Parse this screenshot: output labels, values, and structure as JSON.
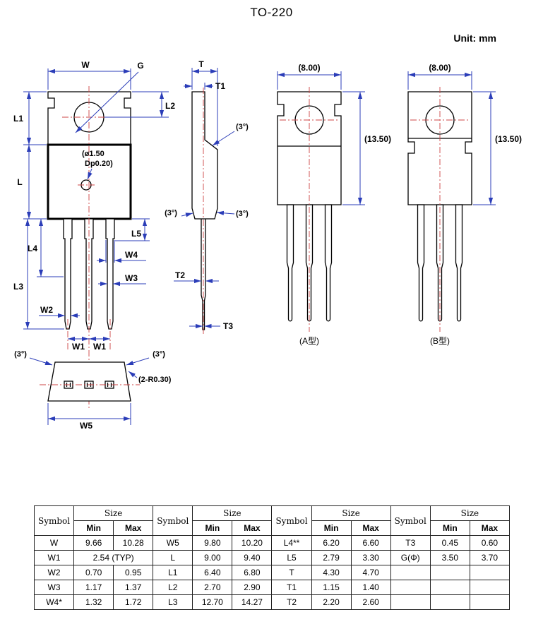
{
  "title": "TO-220",
  "unit": "Unit: mm",
  "colors": {
    "dimension": "#2b3db8",
    "centerline": "#cc4444",
    "outline": "#000000"
  },
  "labels": {
    "front": {
      "w": "W",
      "g": "G",
      "l1": "L1",
      "l2": "L2",
      "l": "L",
      "hole_note_line1": "(ø1.50",
      "hole_note_line2": "Dp0.20)",
      "l5": "L5",
      "w4": "W4",
      "w3": "W3",
      "l4": "L4",
      "l3": "L3",
      "w2": "W2",
      "w1_left": "W1",
      "w1_right": "W1"
    },
    "side": {
      "t": "T",
      "t1": "T1",
      "angle_top": "(3°)",
      "angle_bottom_left": "(3°)",
      "angle_bottom_right": "(3°)",
      "t2": "T2",
      "t3": "T3"
    },
    "view_a": {
      "width": "(8.00)",
      "height": "(13.50)",
      "caption": "(A型)"
    },
    "view_b": {
      "width": "(8.00)",
      "height": "(13.50)",
      "caption": "(B型)"
    },
    "bottom": {
      "angle_left": "(3°)",
      "angle_right": "(3°)",
      "corner_radius": "(2-R0.30)",
      "w5": "W5"
    }
  },
  "table": {
    "headers": {
      "symbol": "Symbol",
      "size": "Size",
      "min": "Min",
      "max": "Max"
    },
    "rows": [
      [
        "W",
        "9.66",
        "10.28",
        "W5",
        "9.80",
        "10.20",
        "L4**",
        "6.20",
        "6.60",
        "T3",
        "0.45",
        "0.60"
      ],
      [
        "W1",
        "2.54 (TYP)",
        "L",
        "9.00",
        "9.40",
        "L5",
        "2.79",
        "3.30",
        "G(Φ)",
        "3.50",
        "3.70"
      ],
      [
        "W2",
        "0.70",
        "0.95",
        "L1",
        "6.40",
        "6.80",
        "T",
        "4.30",
        "4.70",
        "",
        "",
        ""
      ],
      [
        "W3",
        "1.17",
        "1.37",
        "L2",
        "2.70",
        "2.90",
        "T1",
        "1.15",
        "1.40",
        "",
        "",
        ""
      ],
      [
        "W4*",
        "1.32",
        "1.72",
        "L3",
        "12.70",
        "14.27",
        "T2",
        "2.20",
        "2.60",
        "",
        "",
        ""
      ]
    ]
  }
}
